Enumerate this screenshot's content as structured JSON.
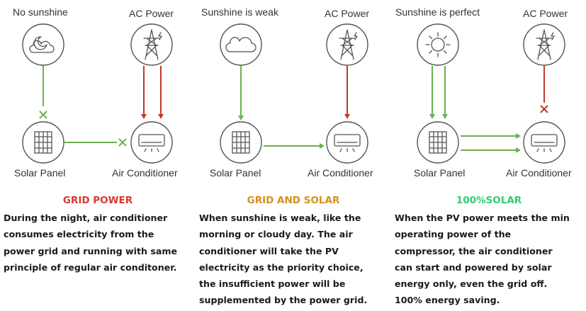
{
  "labels": {
    "solar_panel": "Solar Panel",
    "air_conditioner": "Air Conditioner",
    "ac_power": "AC Power"
  },
  "colors": {
    "green": "#6ab04c",
    "red": "#c0392b",
    "orange": "#d68910",
    "teal": "#2ecc71"
  },
  "panels": [
    {
      "condition": "No sunshine",
      "condition_icon": "moon-cloud-icon",
      "title": "GRID POWER",
      "title_color": "#d63a2f",
      "description": [
        "During the night, air conditioner",
        "consumes electricity from the",
        "power grid and running with same",
        "principle of regular air conditoner."
      ]
    },
    {
      "condition": "Sunshine is weak",
      "condition_icon": "cloud-icon",
      "title": "GRID AND SOLAR",
      "title_color": "#d4901a",
      "description": [
        "When sunshine is weak, like the",
        "morning or cloudy day. The air",
        "conditioner will take the PV",
        "electricity as the priority choice,",
        "the insufficient power will be",
        "supplemented by the power grid."
      ]
    },
    {
      "condition": "Sunshine is perfect",
      "condition_icon": "sun-icon",
      "title": "100%SOLAR",
      "title_color": "#2ecc71",
      "description": [
        "When the PV power meets the min",
        "operating power of the",
        "compressor, the air conditioner",
        "can start and powered by solar",
        "energy only, even the grid off.",
        "100% energy saving."
      ]
    }
  ]
}
